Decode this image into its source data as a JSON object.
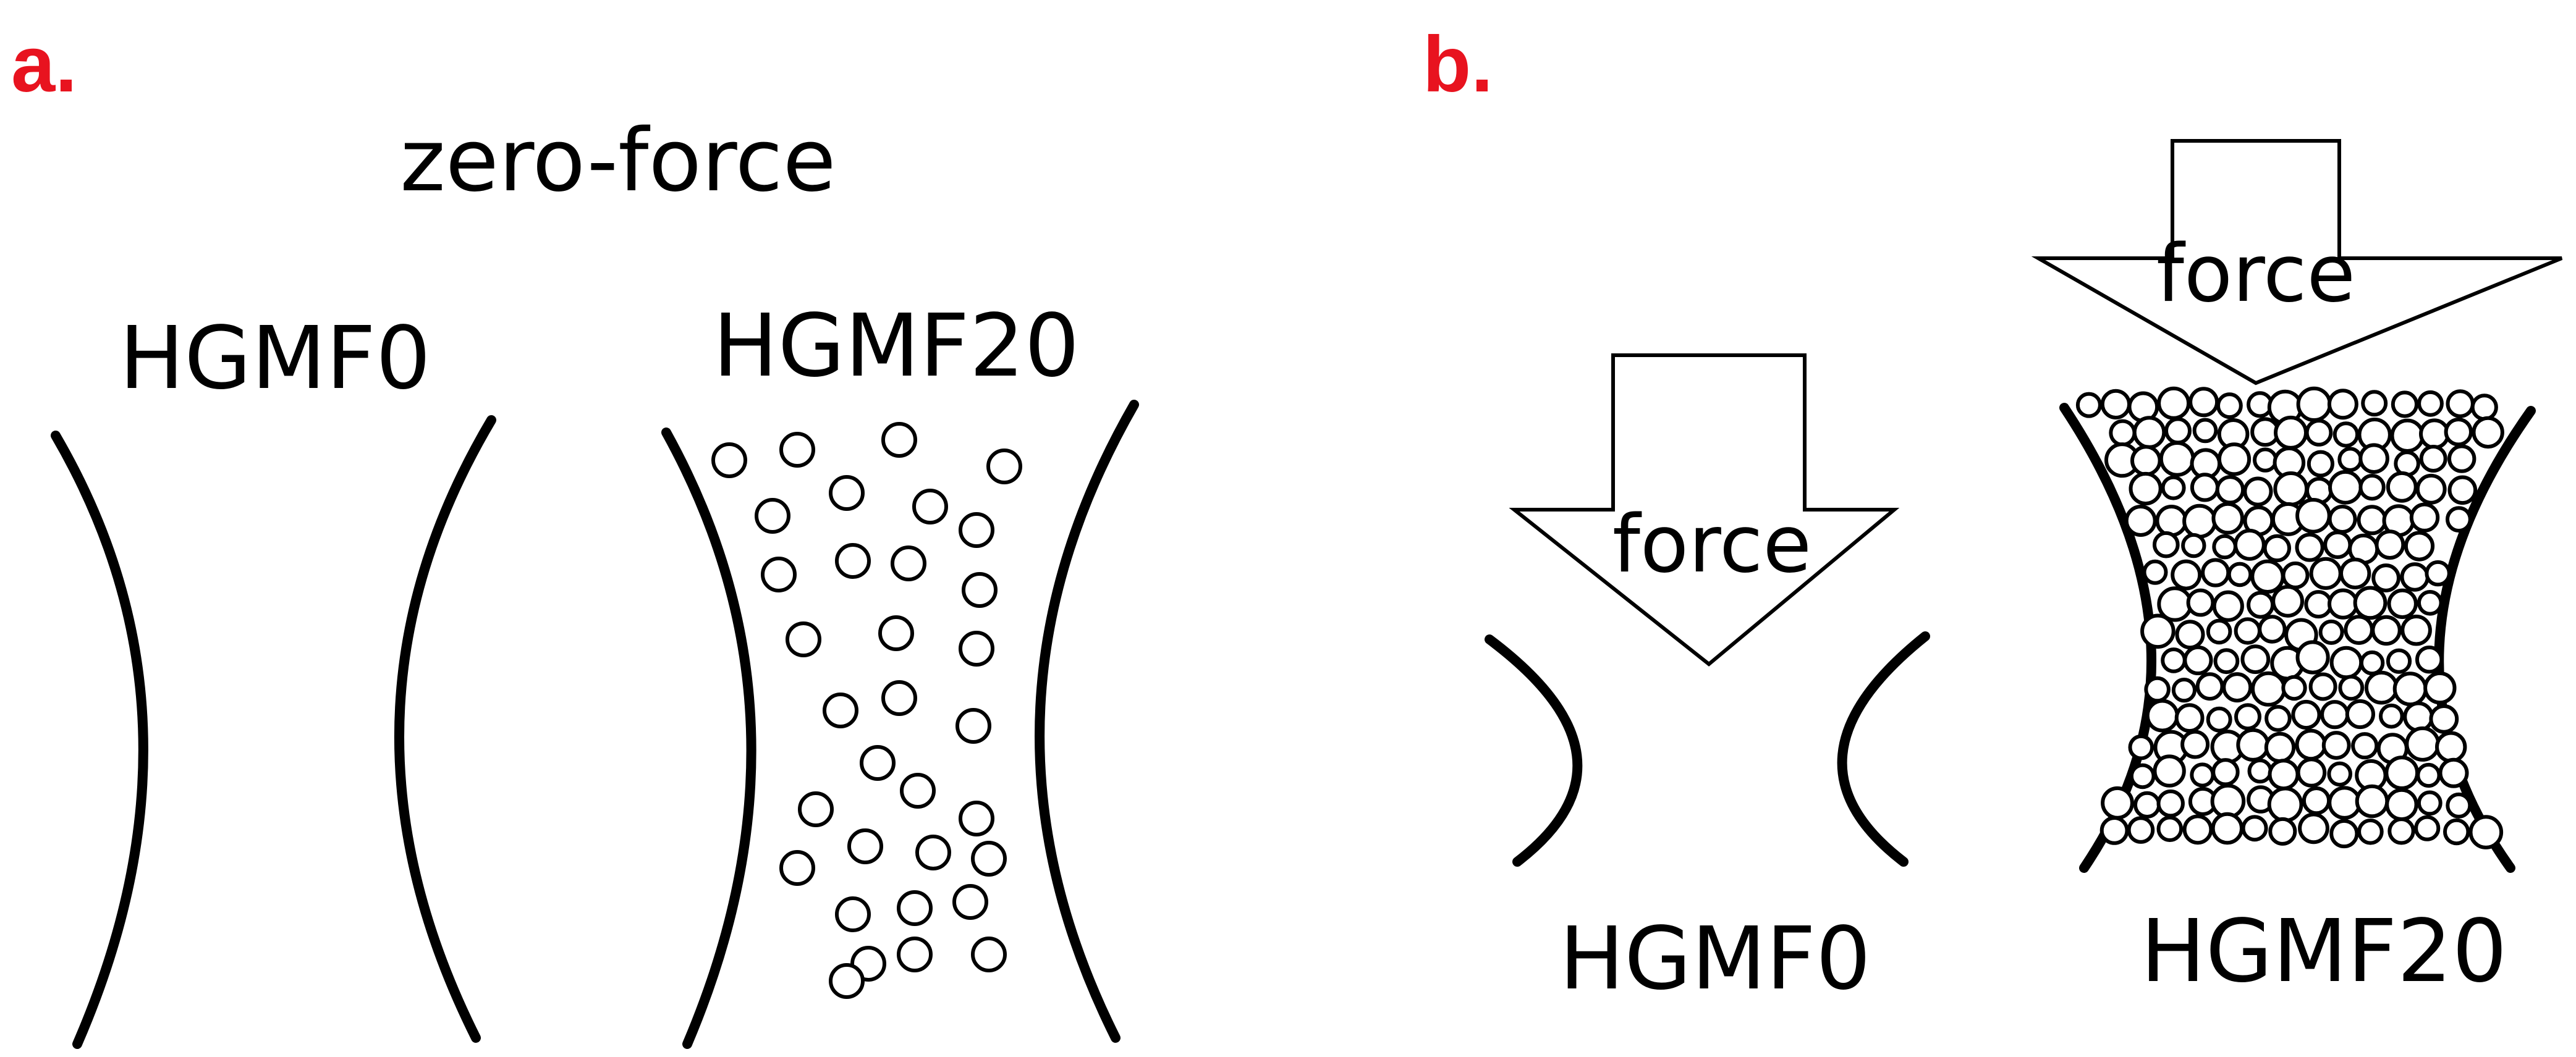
{
  "panel_a": {
    "label": "a.",
    "title": "zero-force",
    "left_sample": "HGMF0",
    "right_sample": "HGMF20"
  },
  "panel_b": {
    "label": "b.",
    "left_arrow": "force",
    "right_arrow": "force",
    "left_sample": "HGMF0",
    "right_sample": "HGMF20"
  },
  "colors": {
    "panel_label": "#e8131f",
    "ink": "#000000",
    "background": "#ffffff"
  }
}
